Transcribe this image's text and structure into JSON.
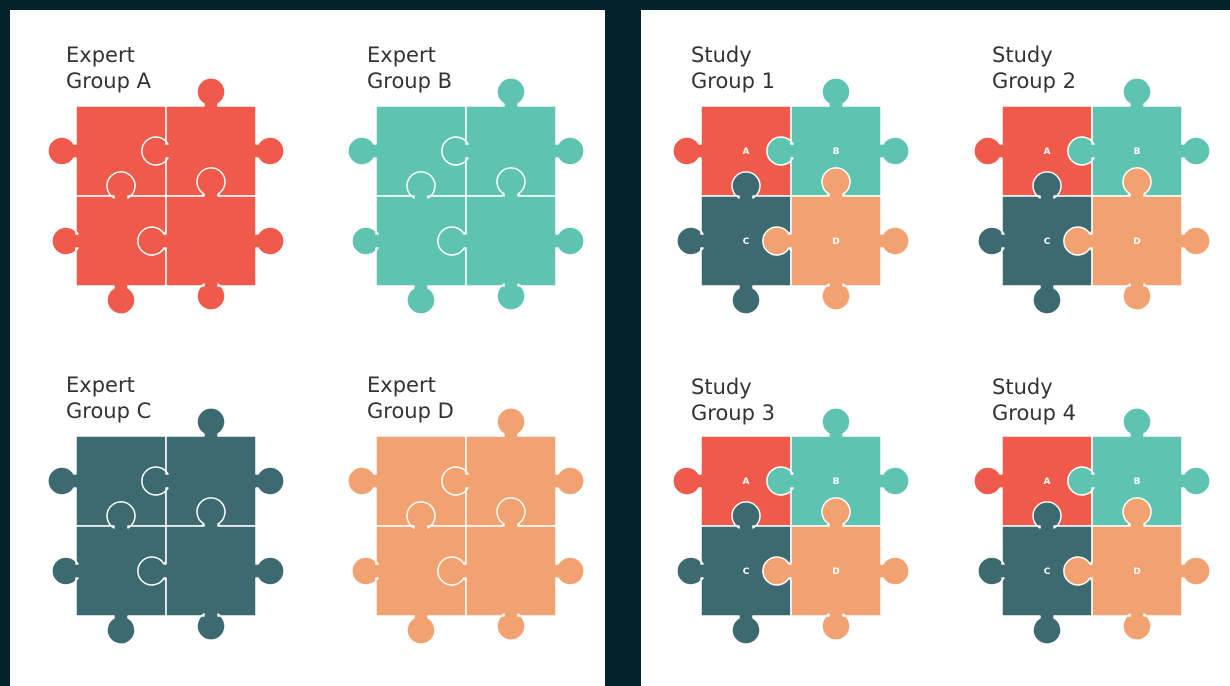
{
  "colors": {
    "background": "#03232a",
    "panel": "#ffffff",
    "a": "#f05a4a",
    "b": "#5ec4b1",
    "c": "#3d6a70",
    "d": "#f2a170",
    "divider": "#ffffff",
    "text": "#333333"
  },
  "expert_groups": [
    {
      "line1": "Expert",
      "line2": "Group A",
      "color": "a"
    },
    {
      "line1": "Expert",
      "line2": "Group B",
      "color": "b"
    },
    {
      "line1": "Expert",
      "line2": "Group C",
      "color": "c"
    },
    {
      "line1": "Expert",
      "line2": "Group D",
      "color": "d"
    }
  ],
  "study_groups": [
    {
      "line1": "Study",
      "line2": "Group 1"
    },
    {
      "line1": "Study",
      "line2": "Group 2"
    },
    {
      "line1": "Study",
      "line2": "Group 3"
    },
    {
      "line1": "Study",
      "line2": "Group 4"
    }
  ],
  "piece_labels": [
    "A",
    "B",
    "C",
    "D"
  ]
}
